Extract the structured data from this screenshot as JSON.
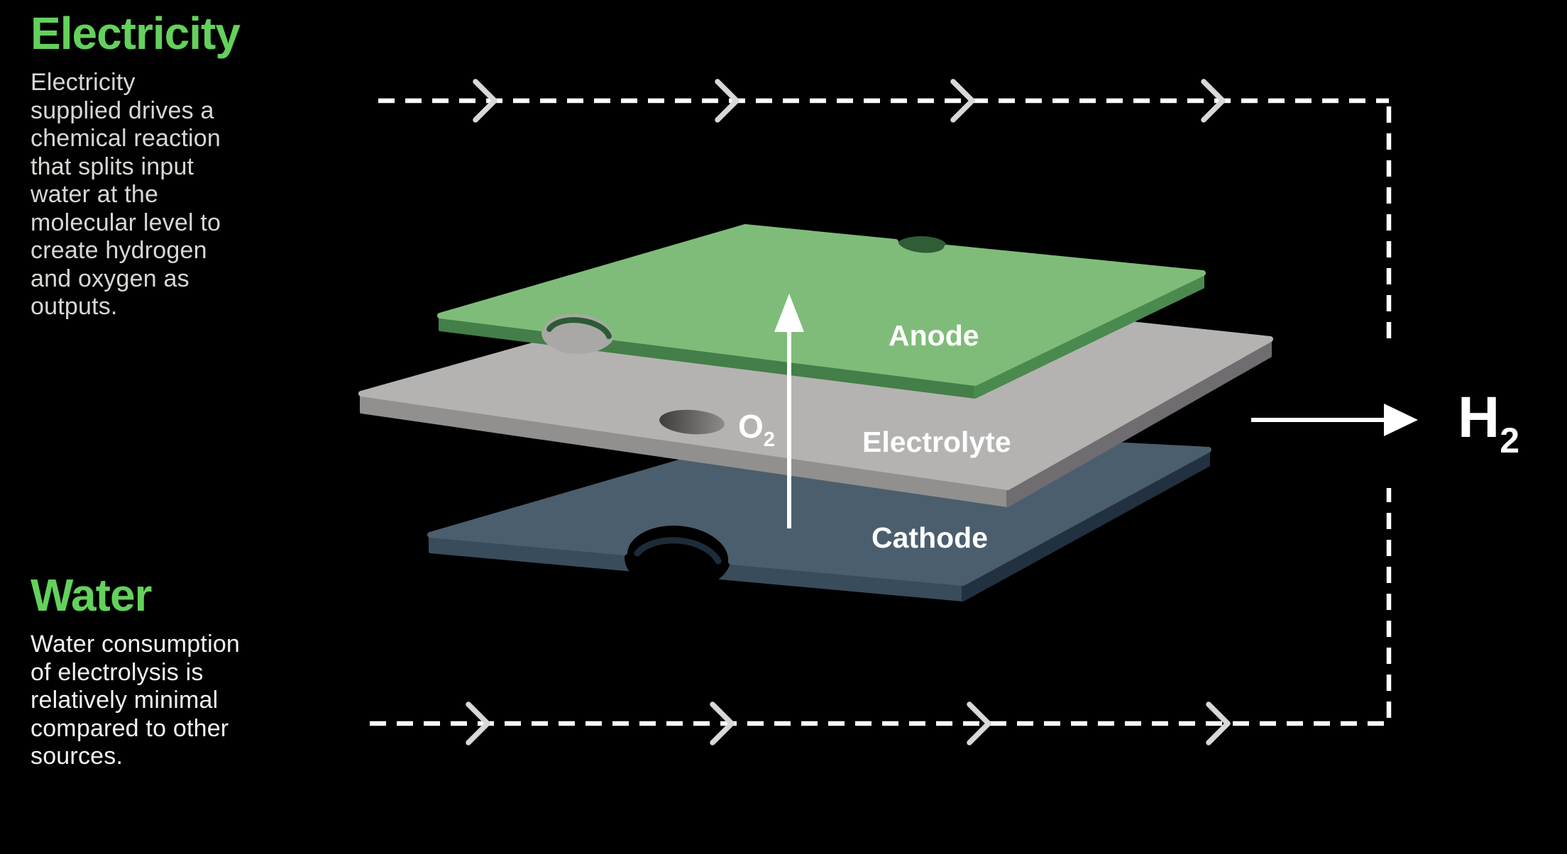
{
  "background": "#000000",
  "accent_green": "#64d15c",
  "left_panel": {
    "sections": [
      {
        "heading": "Electricity",
        "lines": [
          "Electricity",
          "supplied drives a",
          "chemical reaction",
          "that splits input",
          "water at the",
          "molecular level to",
          "create hydrogen",
          "and oxygen as",
          "outputs."
        ]
      },
      {
        "heading": "Water",
        "lines": [
          "Water consumption",
          "of electrolysis is",
          "relatively minimal",
          "compared to other",
          "sources."
        ]
      }
    ]
  },
  "diagram": {
    "layers": [
      {
        "label": "Anode",
        "top_color": "#7fbc79"
      },
      {
        "label": "Electrolyte",
        "top_color": "#b5b3b1"
      },
      {
        "label": "Cathode",
        "top_color": "#4b5e6d"
      }
    ],
    "molecules": {
      "oxygen": {
        "base": "O",
        "sub": "2"
      },
      "hydrogen": {
        "base": "H",
        "sub": "2"
      }
    }
  }
}
